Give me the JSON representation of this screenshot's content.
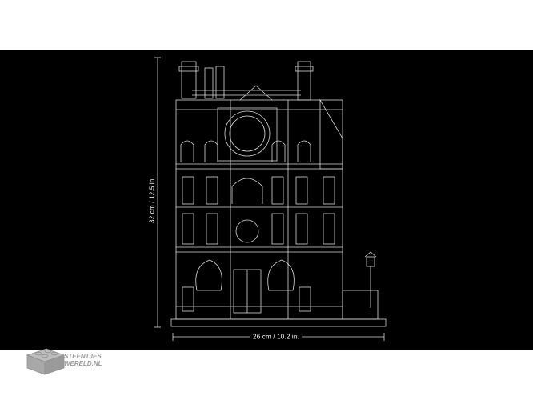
{
  "dimensions": {
    "height_label": "32 cm / 12.5 in.",
    "width_label": "26 cm / 10.2 in."
  },
  "watermark": {
    "line1": "STEENTJES",
    "line2": "WERELD.NL"
  },
  "colors": {
    "background": "#000000",
    "linework": "#d8d8d8",
    "watermark": "#9a9a9a"
  }
}
